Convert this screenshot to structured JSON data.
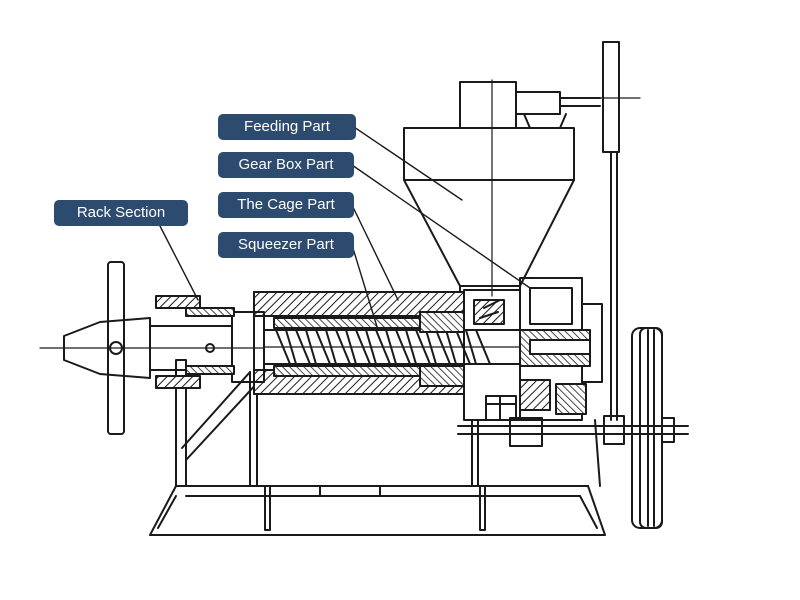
{
  "diagram": {
    "label_color": "#2d4a6f",
    "line_color": "#1a1a1a",
    "labels": {
      "feeding": "Feeding Part",
      "gearbox": "Gear Box Part",
      "cage": "The Cage Part",
      "squeezer": "Squeezer Part",
      "rack": "Rack Section"
    }
  }
}
